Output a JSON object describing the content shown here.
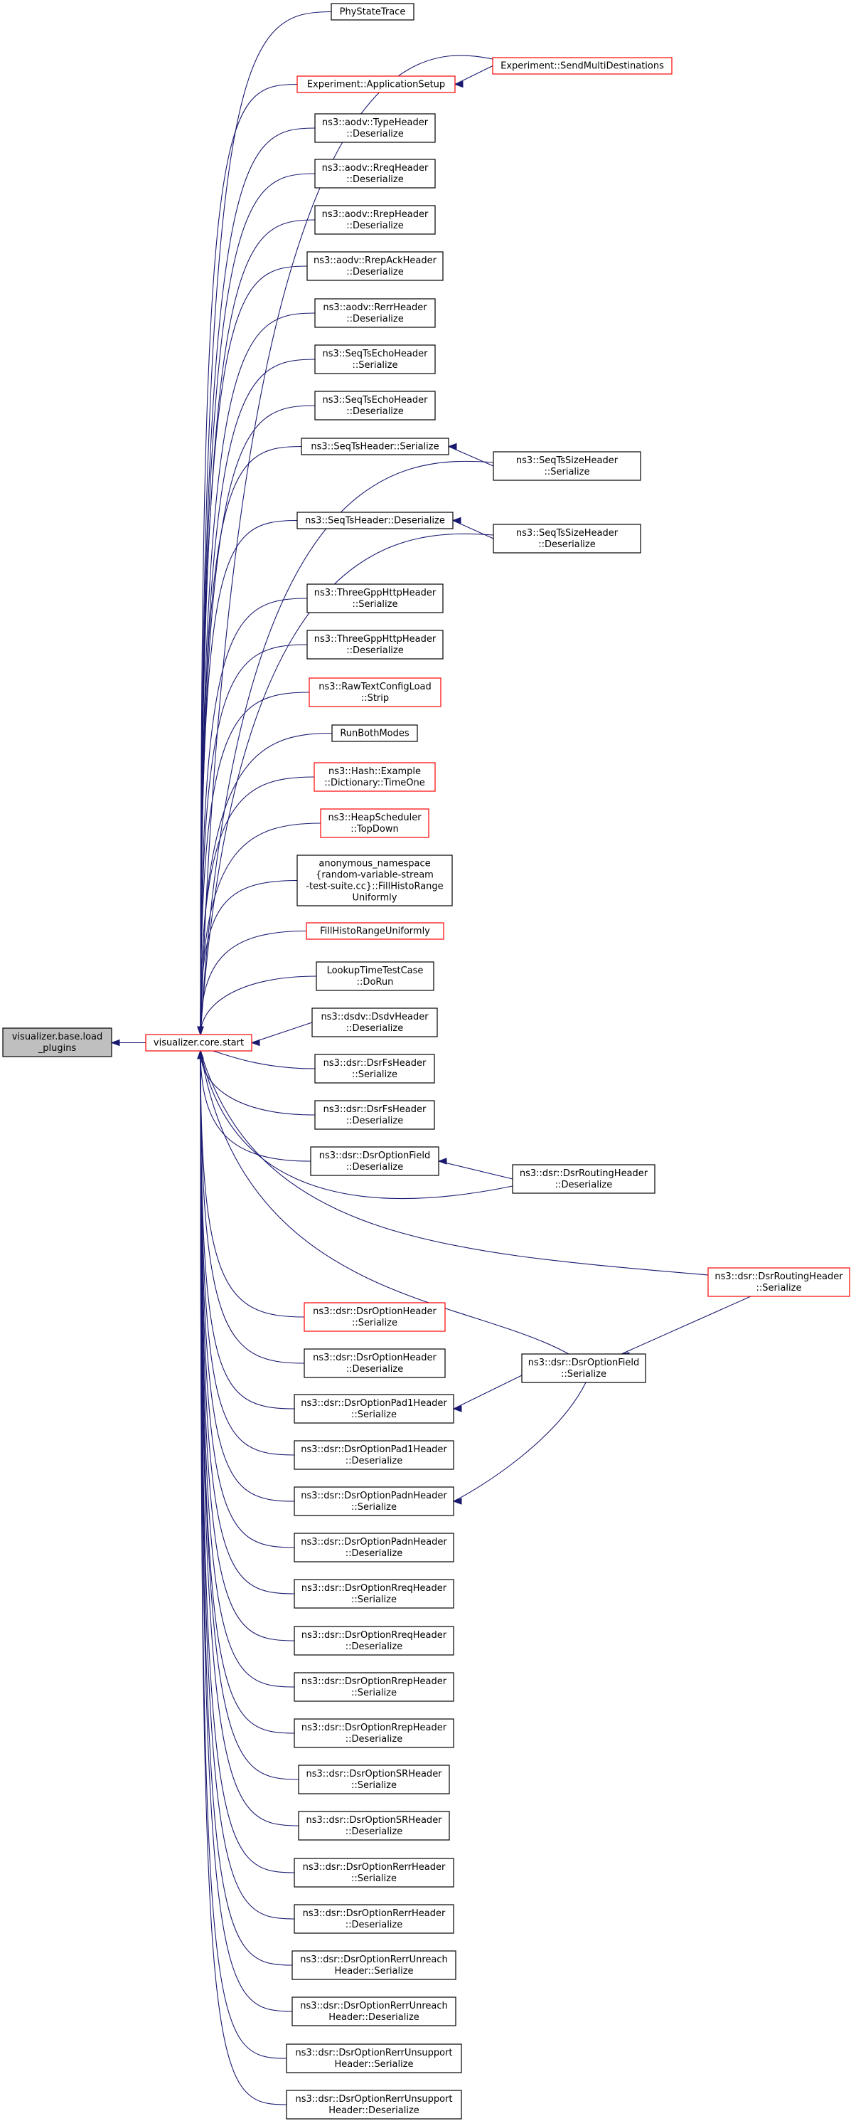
{
  "colors": {
    "edge": "#191970",
    "border_normal": "#000000",
    "border_highlight": "#ff0000",
    "fill_root": "#bfbfbf",
    "fill_node": "#ffffff"
  },
  "nodes": [
    {
      "id": "load_plugins",
      "lines": [
        "visualizer.base.load",
        "_plugins"
      ],
      "style": "root"
    },
    {
      "id": "core_start",
      "lines": [
        "visualizer.core.start"
      ],
      "style": "red"
    },
    {
      "id": "phystatetrace",
      "lines": [
        "PhyStateTrace"
      ],
      "style": "black"
    },
    {
      "id": "send_multi",
      "lines": [
        "Experiment::SendMultiDestinations"
      ],
      "style": "red"
    },
    {
      "id": "app_setup",
      "lines": [
        "Experiment::ApplicationSetup"
      ],
      "style": "red"
    },
    {
      "id": "aodv_type",
      "lines": [
        "ns3::aodv::TypeHeader",
        "::Deserialize"
      ],
      "style": "black"
    },
    {
      "id": "aodv_rreq",
      "lines": [
        "ns3::aodv::RreqHeader",
        "::Deserialize"
      ],
      "style": "black"
    },
    {
      "id": "aodv_rrep",
      "lines": [
        "ns3::aodv::RrepHeader",
        "::Deserialize"
      ],
      "style": "black"
    },
    {
      "id": "aodv_rrepack",
      "lines": [
        "ns3::aodv::RrepAckHeader",
        "::Deserialize"
      ],
      "style": "black"
    },
    {
      "id": "aodv_rerr",
      "lines": [
        "ns3::aodv::RerrHeader",
        "::Deserialize"
      ],
      "style": "black"
    },
    {
      "id": "seqtsecho_ser",
      "lines": [
        "ns3::SeqTsEchoHeader",
        "::Serialize"
      ],
      "style": "black"
    },
    {
      "id": "seqtsecho_des",
      "lines": [
        "ns3::SeqTsEchoHeader",
        "::Deserialize"
      ],
      "style": "black"
    },
    {
      "id": "seqts_ser",
      "lines": [
        "ns3::SeqTsHeader::Serialize"
      ],
      "style": "black"
    },
    {
      "id": "seqtssize_ser",
      "lines": [
        "ns3::SeqTsSizeHeader",
        "::Serialize"
      ],
      "style": "black"
    },
    {
      "id": "seqts_des",
      "lines": [
        "ns3::SeqTsHeader::Deserialize"
      ],
      "style": "black"
    },
    {
      "id": "seqtssize_des",
      "lines": [
        "ns3::SeqTsSizeHeader",
        "::Deserialize"
      ],
      "style": "black"
    },
    {
      "id": "http_ser",
      "lines": [
        "ns3::ThreeGppHttpHeader",
        "::Serialize"
      ],
      "style": "black"
    },
    {
      "id": "http_des",
      "lines": [
        "ns3::ThreeGppHttpHeader",
        "::Deserialize"
      ],
      "style": "black"
    },
    {
      "id": "rawtext",
      "lines": [
        "ns3::RawTextConfigLoad",
        "::Strip"
      ],
      "style": "red"
    },
    {
      "id": "runboth",
      "lines": [
        "RunBothModes"
      ],
      "style": "black"
    },
    {
      "id": "hash_example",
      "lines": [
        "ns3::Hash::Example",
        "::Dictionary::TimeOne"
      ],
      "style": "red"
    },
    {
      "id": "heapsched",
      "lines": [
        "ns3::HeapScheduler",
        "::TopDown"
      ],
      "style": "red"
    },
    {
      "id": "anon_fill",
      "lines": [
        "anonymous_namespace",
        "{random-variable-stream",
        "-test-suite.cc}::FillHistoRange",
        "Uniformly"
      ],
      "style": "black"
    },
    {
      "id": "fillhisto",
      "lines": [
        "FillHistoRangeUniformly"
      ],
      "style": "red"
    },
    {
      "id": "lookuptime",
      "lines": [
        "LookupTimeTestCase",
        "::DoRun"
      ],
      "style": "black"
    },
    {
      "id": "dsdv_des",
      "lines": [
        "ns3::dsdv::DsdvHeader",
        "::Deserialize"
      ],
      "style": "black"
    },
    {
      "id": "dsrfs_ser",
      "lines": [
        "ns3::dsr::DsrFsHeader",
        "::Serialize"
      ],
      "style": "black"
    },
    {
      "id": "dsrfs_des",
      "lines": [
        "ns3::dsr::DsrFsHeader",
        "::Deserialize"
      ],
      "style": "black"
    },
    {
      "id": "optfield_des",
      "lines": [
        "ns3::dsr::DsrOptionField",
        "::Deserialize"
      ],
      "style": "black"
    },
    {
      "id": "routinghdr_des",
      "lines": [
        "ns3::dsr::DsrRoutingHeader",
        "::Deserialize"
      ],
      "style": "black"
    },
    {
      "id": "routinghdr_ser",
      "lines": [
        "ns3::dsr::DsrRoutingHeader",
        "::Serialize"
      ],
      "style": "red"
    },
    {
      "id": "opthdr_ser",
      "lines": [
        "ns3::dsr::DsrOptionHeader",
        "::Serialize"
      ],
      "style": "red"
    },
    {
      "id": "opthdr_des",
      "lines": [
        "ns3::dsr::DsrOptionHeader",
        "::Deserialize"
      ],
      "style": "black"
    },
    {
      "id": "optfield_ser",
      "lines": [
        "ns3::dsr::DsrOptionField",
        "::Serialize"
      ],
      "style": "black"
    },
    {
      "id": "pad1_ser",
      "lines": [
        "ns3::dsr::DsrOptionPad1Header",
        "::Serialize"
      ],
      "style": "black"
    },
    {
      "id": "pad1_des",
      "lines": [
        "ns3::dsr::DsrOptionPad1Header",
        "::Deserialize"
      ],
      "style": "black"
    },
    {
      "id": "padn_ser",
      "lines": [
        "ns3::dsr::DsrOptionPadnHeader",
        "::Serialize"
      ],
      "style": "black"
    },
    {
      "id": "padn_des",
      "lines": [
        "ns3::dsr::DsrOptionPadnHeader",
        "::Deserialize"
      ],
      "style": "black"
    },
    {
      "id": "rreq_ser",
      "lines": [
        "ns3::dsr::DsrOptionRreqHeader",
        "::Serialize"
      ],
      "style": "black"
    },
    {
      "id": "rreq_des",
      "lines": [
        "ns3::dsr::DsrOptionRreqHeader",
        "::Deserialize"
      ],
      "style": "black"
    },
    {
      "id": "rrep_ser",
      "lines": [
        "ns3::dsr::DsrOptionRrepHeader",
        "::Serialize"
      ],
      "style": "black"
    },
    {
      "id": "rrep_des",
      "lines": [
        "ns3::dsr::DsrOptionRrepHeader",
        "::Deserialize"
      ],
      "style": "black"
    },
    {
      "id": "sr_ser",
      "lines": [
        "ns3::dsr::DsrOptionSRHeader",
        "::Serialize"
      ],
      "style": "black"
    },
    {
      "id": "sr_des",
      "lines": [
        "ns3::dsr::DsrOptionSRHeader",
        "::Deserialize"
      ],
      "style": "black"
    },
    {
      "id": "rerr_ser",
      "lines": [
        "ns3::dsr::DsrOptionRerrHeader",
        "::Serialize"
      ],
      "style": "black"
    },
    {
      "id": "rerr_des",
      "lines": [
        "ns3::dsr::DsrOptionRerrHeader",
        "::Deserialize"
      ],
      "style": "black"
    },
    {
      "id": "unreach_ser",
      "lines": [
        "ns3::dsr::DsrOptionRerrUnreach",
        "Header::Serialize"
      ],
      "style": "black"
    },
    {
      "id": "unreach_des",
      "lines": [
        "ns3::dsr::DsrOptionRerrUnreach",
        "Header::Deserialize"
      ],
      "style": "black"
    },
    {
      "id": "unsupport_ser",
      "lines": [
        "ns3::dsr::DsrOptionRerrUnsupport",
        "Header::Serialize"
      ],
      "style": "black"
    },
    {
      "id": "unsupport_des",
      "lines": [
        "ns3::dsr::DsrOptionRerrUnsupport",
        "Header::Deserialize"
      ],
      "style": "black"
    }
  ],
  "edges": [
    {
      "from": "core_start",
      "to": "load_plugins"
    },
    {
      "from": "phystatetrace",
      "to": "core_start"
    },
    {
      "from": "send_multi",
      "to": "core_start"
    },
    {
      "from": "send_multi",
      "to": "app_setup"
    },
    {
      "from": "app_setup",
      "to": "core_start"
    },
    {
      "from": "aodv_type",
      "to": "core_start"
    },
    {
      "from": "aodv_rreq",
      "to": "core_start"
    },
    {
      "from": "aodv_rrep",
      "to": "core_start"
    },
    {
      "from": "aodv_rrepack",
      "to": "core_start"
    },
    {
      "from": "aodv_rerr",
      "to": "core_start"
    },
    {
      "from": "seqtsecho_ser",
      "to": "core_start"
    },
    {
      "from": "seqtsecho_des",
      "to": "core_start"
    },
    {
      "from": "seqts_ser",
      "to": "core_start"
    },
    {
      "from": "seqtssize_ser",
      "to": "seqts_ser"
    },
    {
      "from": "seqtssize_ser",
      "to": "core_start"
    },
    {
      "from": "seqts_des",
      "to": "core_start"
    },
    {
      "from": "seqtssize_des",
      "to": "seqts_des"
    },
    {
      "from": "seqtssize_des",
      "to": "core_start"
    },
    {
      "from": "http_ser",
      "to": "core_start"
    },
    {
      "from": "http_des",
      "to": "core_start"
    },
    {
      "from": "rawtext",
      "to": "core_start"
    },
    {
      "from": "runboth",
      "to": "core_start"
    },
    {
      "from": "hash_example",
      "to": "core_start"
    },
    {
      "from": "heapsched",
      "to": "core_start"
    },
    {
      "from": "anon_fill",
      "to": "core_start"
    },
    {
      "from": "fillhisto",
      "to": "core_start"
    },
    {
      "from": "lookuptime",
      "to": "core_start"
    },
    {
      "from": "dsdv_des",
      "to": "core_start"
    },
    {
      "from": "dsrfs_ser",
      "to": "core_start"
    },
    {
      "from": "dsrfs_des",
      "to": "core_start"
    },
    {
      "from": "optfield_des",
      "to": "core_start"
    },
    {
      "from": "routinghdr_des",
      "to": "optfield_des"
    },
    {
      "from": "routinghdr_des",
      "to": "core_start"
    },
    {
      "from": "routinghdr_ser",
      "to": "core_start"
    },
    {
      "from": "routinghdr_ser",
      "to": "optfield_ser"
    },
    {
      "from": "optfield_ser",
      "to": "core_start"
    },
    {
      "from": "opthdr_ser",
      "to": "core_start"
    },
    {
      "from": "opthdr_des",
      "to": "core_start"
    },
    {
      "from": "optfield_ser",
      "to": "pad1_ser"
    },
    {
      "from": "optfield_ser",
      "to": "padn_ser"
    },
    {
      "from": "pad1_ser",
      "to": "core_start"
    },
    {
      "from": "pad1_des",
      "to": "core_start"
    },
    {
      "from": "padn_ser",
      "to": "core_start"
    },
    {
      "from": "padn_des",
      "to": "core_start"
    },
    {
      "from": "rreq_ser",
      "to": "core_start"
    },
    {
      "from": "rreq_des",
      "to": "core_start"
    },
    {
      "from": "rrep_ser",
      "to": "core_start"
    },
    {
      "from": "rrep_des",
      "to": "core_start"
    },
    {
      "from": "sr_ser",
      "to": "core_start"
    },
    {
      "from": "sr_des",
      "to": "core_start"
    },
    {
      "from": "rerr_ser",
      "to": "core_start"
    },
    {
      "from": "rerr_des",
      "to": "core_start"
    },
    {
      "from": "unreach_ser",
      "to": "core_start"
    },
    {
      "from": "unreach_des",
      "to": "core_start"
    },
    {
      "from": "unsupport_ser",
      "to": "core_start"
    },
    {
      "from": "unsupport_des",
      "to": "core_start"
    }
  ]
}
